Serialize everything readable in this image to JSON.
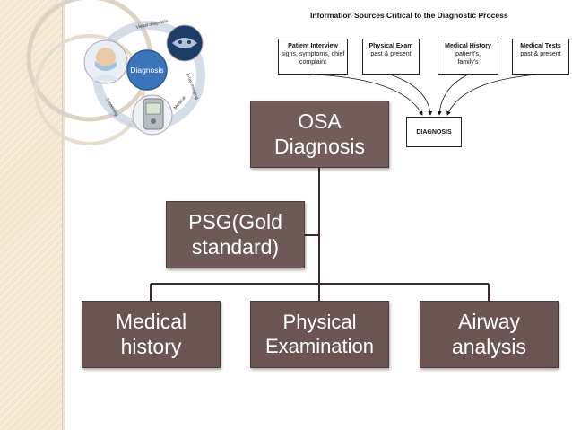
{
  "info_diagram": {
    "title": "Information Sources Critical to the Diagnostic Process",
    "sources": [
      {
        "title": "Patient Interview",
        "desc": "signs, symptoms, chief complaint"
      },
      {
        "title": "Physical Exam",
        "desc": "past & present"
      },
      {
        "title": "Medical History",
        "desc": "patient's, family's"
      },
      {
        "title": "Medical Tests",
        "desc": "past & present"
      }
    ],
    "target": "DIAGNOSIS"
  },
  "cluster": {
    "center_label": "Diagnosis",
    "ring_labels": [
      "Visual diagnosis",
      "X-ray imaging",
      "Medical",
      "Screening"
    ]
  },
  "tree": {
    "root": "OSA Diagnosis",
    "gold_standard": "PSG(Gold standard)",
    "children": [
      "Medical history",
      "Physical Examination",
      "Airway analysis"
    ]
  },
  "colors": {
    "node_fill": "#6b5552",
    "node_text": "#ffffff",
    "line": "#3a2c2b",
    "strip": "#f2e6cf"
  }
}
